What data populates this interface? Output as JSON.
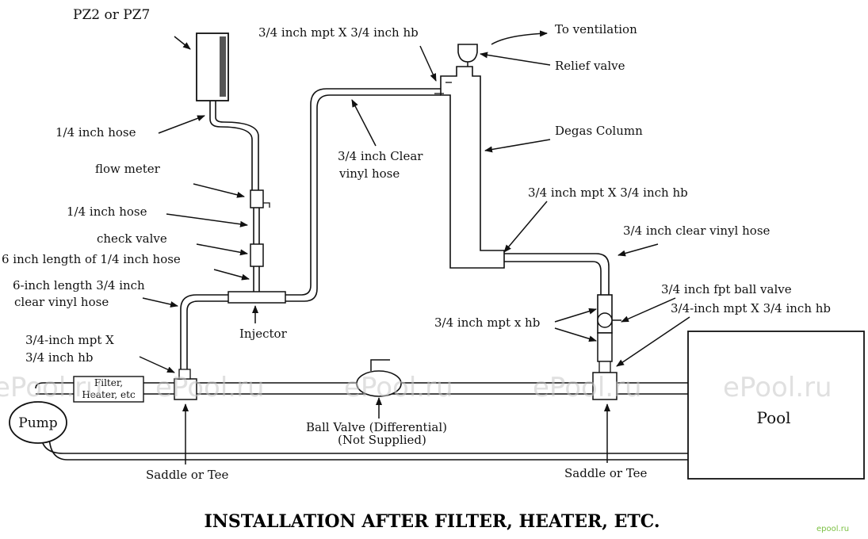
{
  "title": "INSTALLATION AFTER FILTER, HEATER, ETC.",
  "watermark": "ePool.ru",
  "watermark_small": "epool.ru",
  "labels": {
    "pz": "PZ2 or PZ7",
    "hose_quarter_top": "1/4 inch hose",
    "flow_meter": "flow meter",
    "hose_quarter_mid": "1/4 inch hose",
    "check_valve": "check valve",
    "six_inch_quarter": "6 inch length of 1/4 inch hose",
    "six_inch_threequarter_1": "6-inch length 3/4 inch",
    "six_inch_threequarter_2": "clear vinyl  hose",
    "injector": "Injector",
    "mpt_left_1": "3/4-inch mpt X",
    "mpt_left_2": "3/4 inch hb",
    "filter_1": "Filter,",
    "filter_2": "Heater, etc",
    "pump": "Pump",
    "saddle_left": "Saddle or Tee",
    "clear_vinyl_top_1": "3/4 inch Clear",
    "clear_vinyl_top_2": "vinyl  hose",
    "mpt_hb_top": "3/4 inch mpt X 3/4 inch  hb",
    "to_ventilation": "To ventilation",
    "relief_valve": "Relief valve",
    "degas_column": "Degas Column",
    "mpt_hb_right": "3/4 inch mpt X 3/4 inch  hb",
    "clear_vinyl_right": "3/4 inch clear vinyl hose",
    "fpt_ball_valve": "3/4 inch fpt ball valve",
    "mpt_x_hb": "3/4 inch mpt x hb",
    "mpt_hb_right2": "3/4-inch mpt X 3/4 inch hb",
    "ball_valve_1": "Ball Valve (Differential)",
    "ball_valve_2": "(Not Supplied)",
    "saddle_right": "Saddle or Tee",
    "pool": "Pool"
  }
}
